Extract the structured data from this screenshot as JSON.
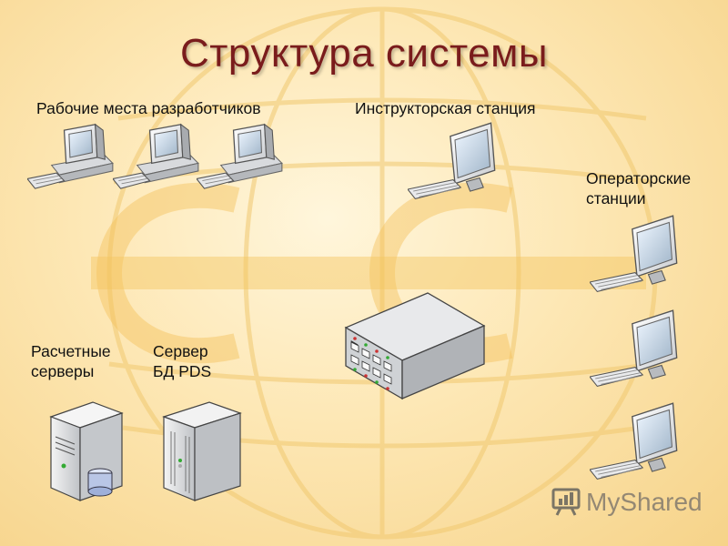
{
  "title": "Структура системы",
  "labels": {
    "developer_workstations": "Рабочие места разработчиков",
    "instructor_station": "Инструкторская станция",
    "operator_stations_line1": "Операторские",
    "operator_stations_line2": "станции",
    "compute_servers_line1": "Расчетные",
    "compute_servers_line2": "серверы",
    "db_server_line1": "Сервер",
    "db_server_line2": "БД PDS"
  },
  "watermark": {
    "text": "MyShared"
  },
  "icons": {
    "workstation": "desktop-computer-icon",
    "monitor": "lcd-monitor-icon",
    "switch": "network-switch-icon",
    "server": "tower-server-icon"
  }
}
